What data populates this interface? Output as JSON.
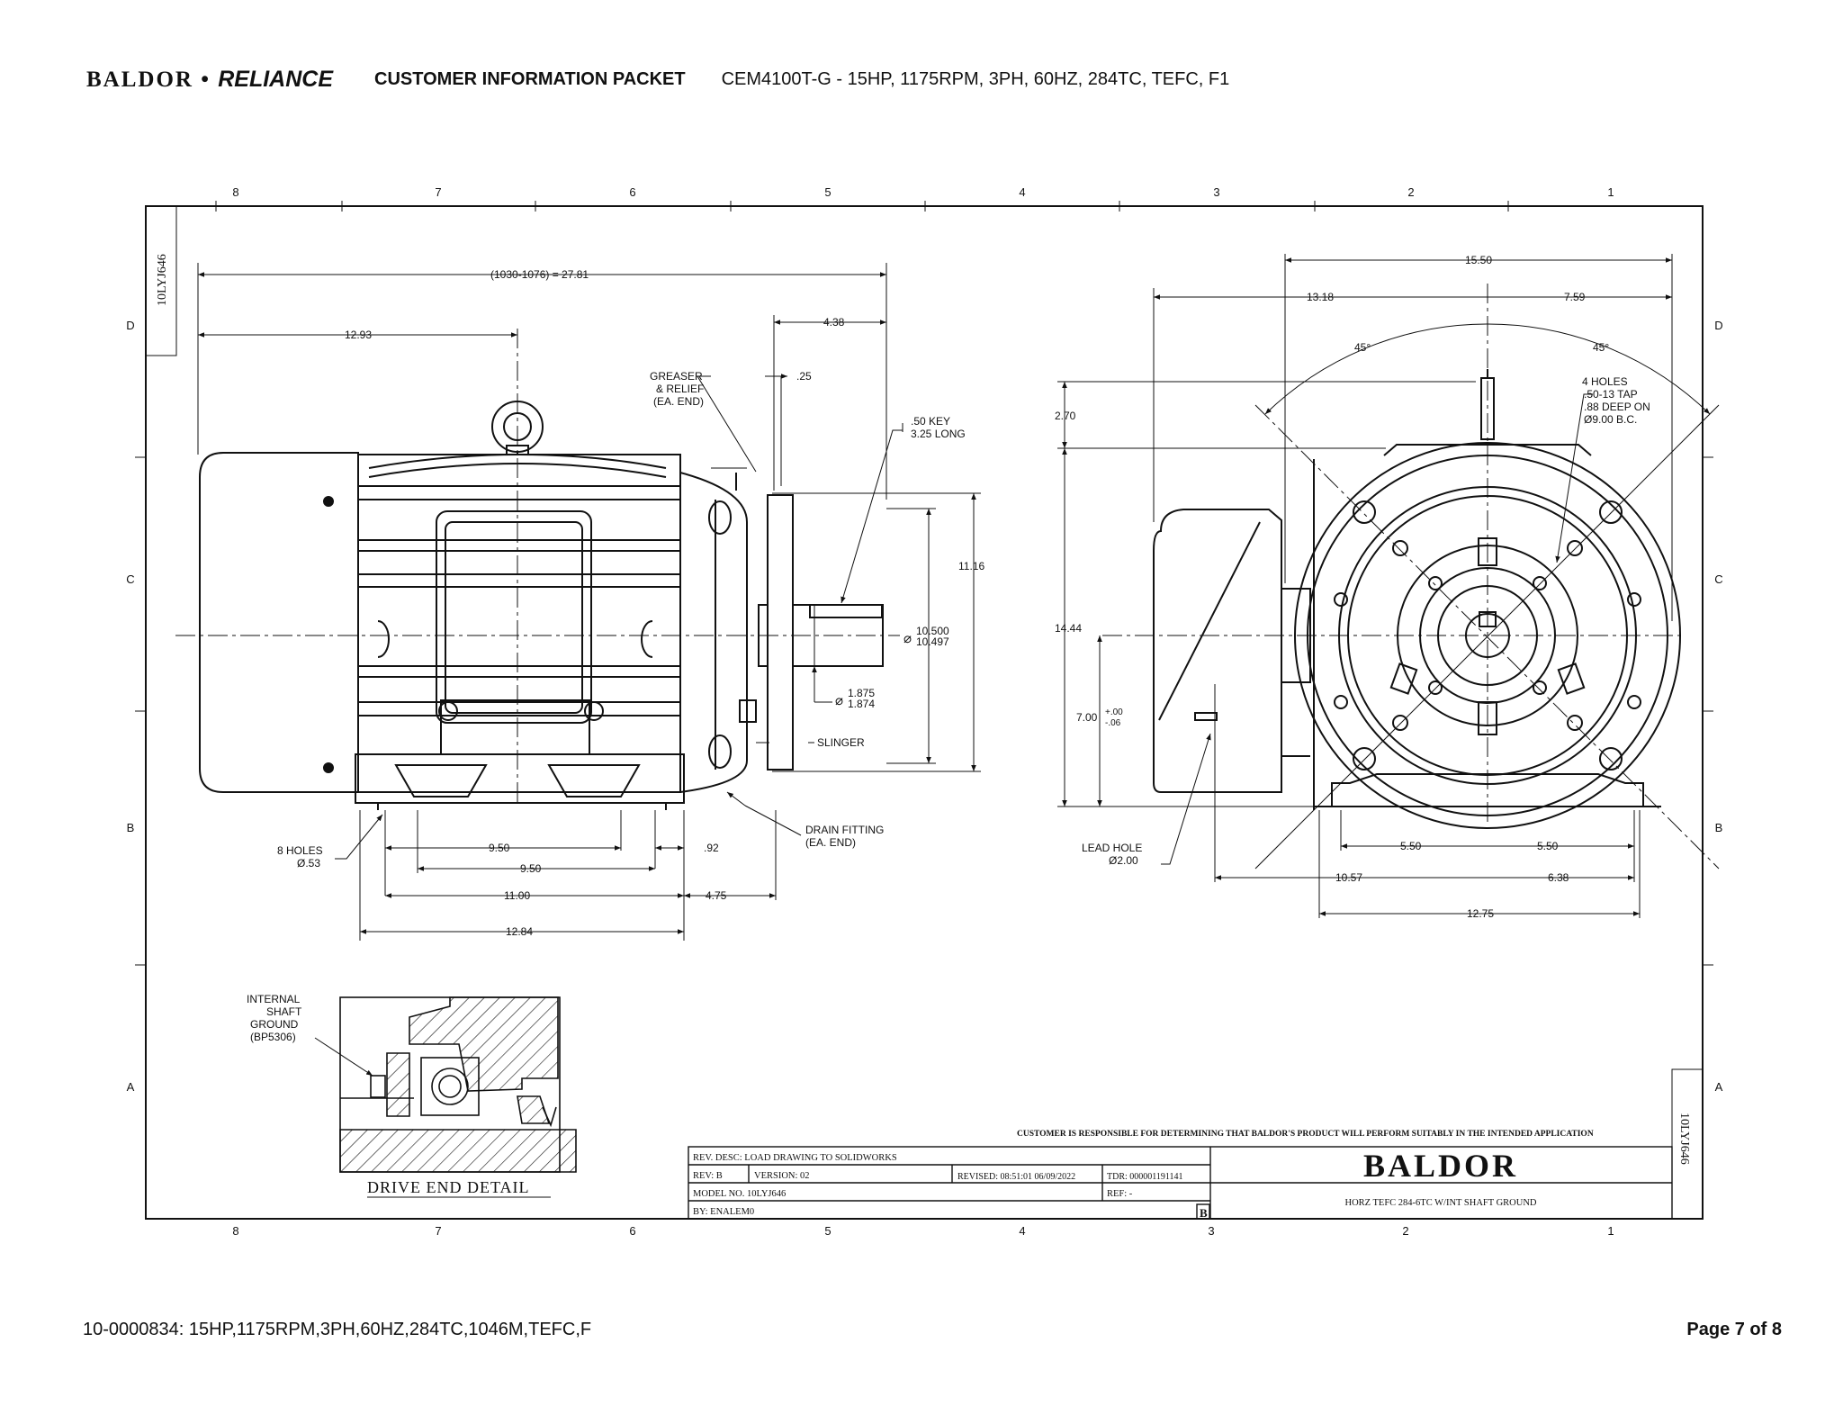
{
  "header": {
    "brand_main": "BALDOR",
    "brand_sep": "•",
    "brand_sub": "RELIANCE",
    "packet_label": "CUSTOMER INFORMATION PACKET",
    "model_line": "CEM4100T-G - 15HP, 1175RPM, 3PH, 60HZ, 284TC, TEFC, F1"
  },
  "drawing": {
    "zone_numbers": [
      "8",
      "7",
      "6",
      "5",
      "4",
      "3",
      "2",
      "1"
    ],
    "zone_letters": [
      "D",
      "C",
      "B",
      "A"
    ],
    "drawing_id": "10LYJ646",
    "side_view": {
      "overall_length": "(1030-1076) = 27.81",
      "dim_12_93": "12.93",
      "dim_4_38": "4.38",
      "dim_25": ".25",
      "greaser": [
        "GREASER",
        "& RELIEF",
        "(EA. END)"
      ],
      "key": [
        ".50 KEY",
        "3.25 LONG"
      ],
      "dim_11_16": "11.16",
      "pilot_dia": [
        "10.500",
        "10.497"
      ],
      "shaft_dia": [
        "1.875",
        "1.874"
      ],
      "slinger": "SLINGER",
      "drain": [
        "DRAIN FITTING",
        "(EA. END)"
      ],
      "holes": [
        "8 HOLES",
        "Ø.53"
      ],
      "dim_9_50_a": "9.50",
      "dim_9_50_b": "9.50",
      "dim_92": ".92",
      "dim_11_00": "11.00",
      "dim_4_75": "4.75",
      "dim_12_84": "12.84"
    },
    "end_view": {
      "dim_15_50": "15.50",
      "dim_13_18": "13.18",
      "dim_7_59": "7.59",
      "angle_left": "45°",
      "angle_right": "45°",
      "tap_note": [
        "4 HOLES",
        ".50-13 TAP",
        ".88 DEEP ON",
        "Ø9.00 B.C."
      ],
      "dim_2_70": "2.70",
      "dim_14_44": "14.44",
      "dim_7_00": "7.00",
      "dim_7_00_tol_up": "+.00",
      "dim_7_00_tol_dn": "-.06",
      "lead_hole": [
        "LEAD HOLE",
        "Ø2.00"
      ],
      "dim_5_50_a": "5.50",
      "dim_5_50_b": "5.50",
      "dim_10_57": "10.57",
      "dim_6_38": "6.38",
      "dim_12_75": "12.75"
    },
    "detail": {
      "ground_note": [
        "INTERNAL",
        "SHAFT",
        "GROUND",
        "(BP5306)"
      ],
      "title": "DRIVE END DETAIL"
    },
    "title_block": {
      "disclaimer": "CUSTOMER IS RESPONSIBLE FOR DETERMINING THAT BALDOR'S PRODUCT WILL PERFORM SUITABLY IN THE INTENDED APPLICATION",
      "rev_desc": "REV. DESC: LOAD DRAWING TO SOLIDWORKS",
      "rev": "REV:  B",
      "version": "VERSION:  02",
      "revised": "REVISED:  08:51:01 06/09/2022",
      "tdr": "TDR: 000001191141",
      "model_no": "MODEL NO.  10LYJ646",
      "ref": "REF:  -",
      "by": "BY: ENALEM0",
      "rev_letter": "B",
      "logo": "BALDOR",
      "description": "HORZ TEFC 284-6TC W/INT SHAFT GROUND"
    }
  },
  "footer": {
    "left": "10-0000834: 15HP,1175RPM,3PH,60HZ,284TC,1046M,TEFC,F",
    "right": "Page 7 of 8"
  }
}
